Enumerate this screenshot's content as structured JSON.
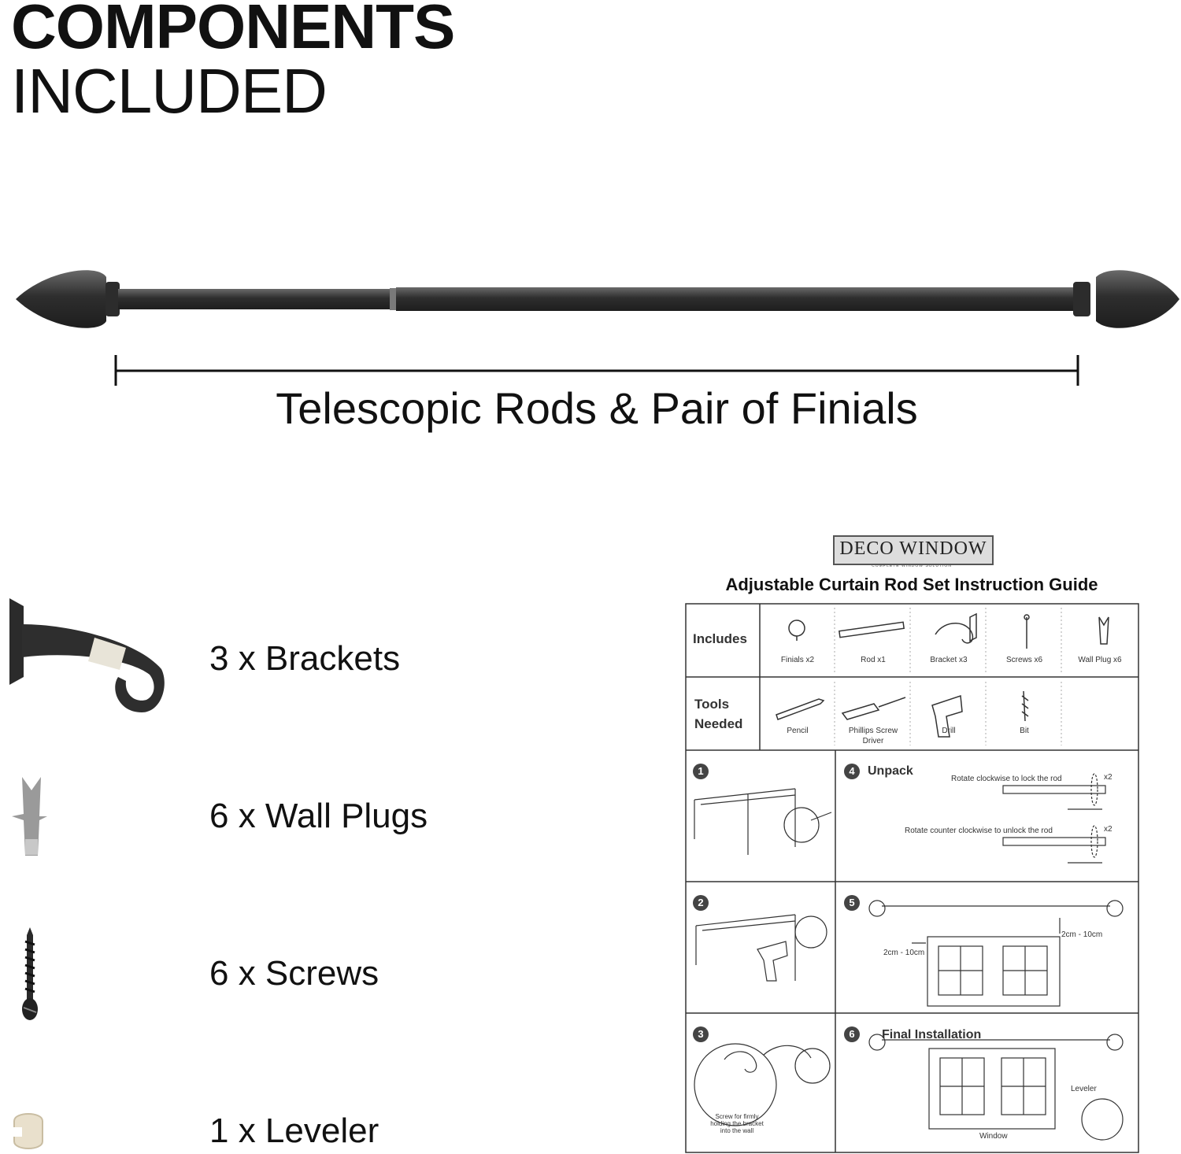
{
  "header": {
    "line1": "COMPONENTS",
    "line2": "INCLUDED"
  },
  "rod": {
    "caption": "Telescopic Rods & Pair of Finials"
  },
  "components": [
    {
      "label": "3 x Brackets",
      "icon": "bracket-icon"
    },
    {
      "label": "6 x Wall Plugs",
      "icon": "wall-plug-icon"
    },
    {
      "label": "6 x Screws",
      "icon": "screw-icon"
    },
    {
      "label": "1 x Leveler",
      "icon": "leveler-icon"
    }
  ],
  "guide": {
    "brand": "DECO WINDOW",
    "brand_tagline": "COMPLETE WINDOW SOLUTION",
    "title": "Adjustable Curtain Rod Set Instruction Guide",
    "includes_label": "Includes",
    "includes": [
      "Finials x2",
      "Rod x1",
      "Bracket x3",
      "Screws x6",
      "Wall Plug x6"
    ],
    "tools_label": "Tools Needed",
    "tools": [
      "Pencil",
      "Phillips Screw Driver",
      "Drill",
      "Bit"
    ],
    "steps": [
      {
        "num": "1"
      },
      {
        "num": "2"
      },
      {
        "num": "3",
        "note": "Screw for firmly holding the bracket into the wall"
      },
      {
        "num": "4",
        "title": "Unpack",
        "lock": "Rotate clockwise to lock the rod",
        "unlock": "Rotate counter clockwise to unlock the rod",
        "times": "x2"
      },
      {
        "num": "5",
        "dim_a": "2cm - 10cm",
        "dim_b": "2cm - 10cm"
      },
      {
        "num": "6",
        "title": "Final Installation",
        "leveler": "Leveler",
        "window": "Window"
      }
    ]
  },
  "colors": {
    "text": "#111111",
    "rod": "#3c3c3c",
    "line": "#333333"
  }
}
